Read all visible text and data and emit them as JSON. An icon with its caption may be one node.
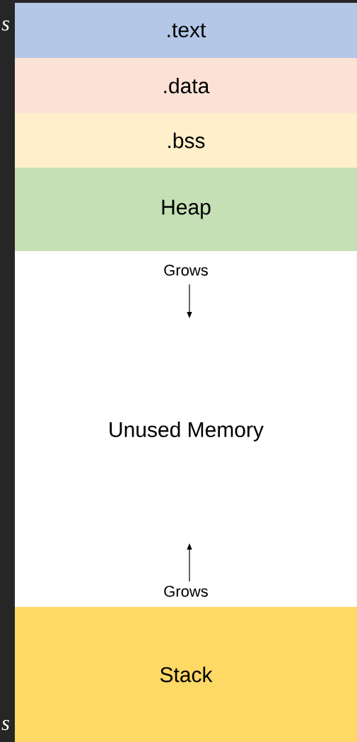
{
  "diagram": {
    "nodes": [
      {
        "text": [
          ".text"
        ]
      },
      {
        "text": [
          ".data"
        ]
      },
      {
        "text": [
          ".bss"
        ]
      },
      {
        "text": [
          "Heap"
        ]
      },
      {
        "text": [
          "Grows",
          "Unused Memory",
          "Grows"
        ]
      },
      {
        "text": [
          "Stack"
        ]
      }
    ],
    "labels": [
      "s",
      "s"
    ]
  }
}
